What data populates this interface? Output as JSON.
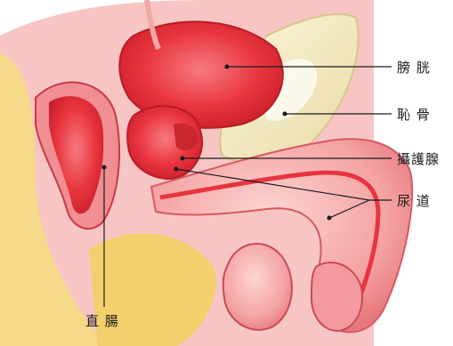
{
  "labels": {
    "bladder": "膀 胱",
    "pubic_bone": "恥 骨",
    "prostate": "攝護腺",
    "urethra": "尿 道",
    "rectum": "直 腸"
  },
  "colors": {
    "tissue_red": "#e8343e",
    "tissue_pink": "#f26b73",
    "light_pink": "#f7b7b4",
    "bone_cream": "#f4ecc8",
    "fat_yellow": "#f6d98a",
    "leader_line": "#1a1a1a"
  }
}
